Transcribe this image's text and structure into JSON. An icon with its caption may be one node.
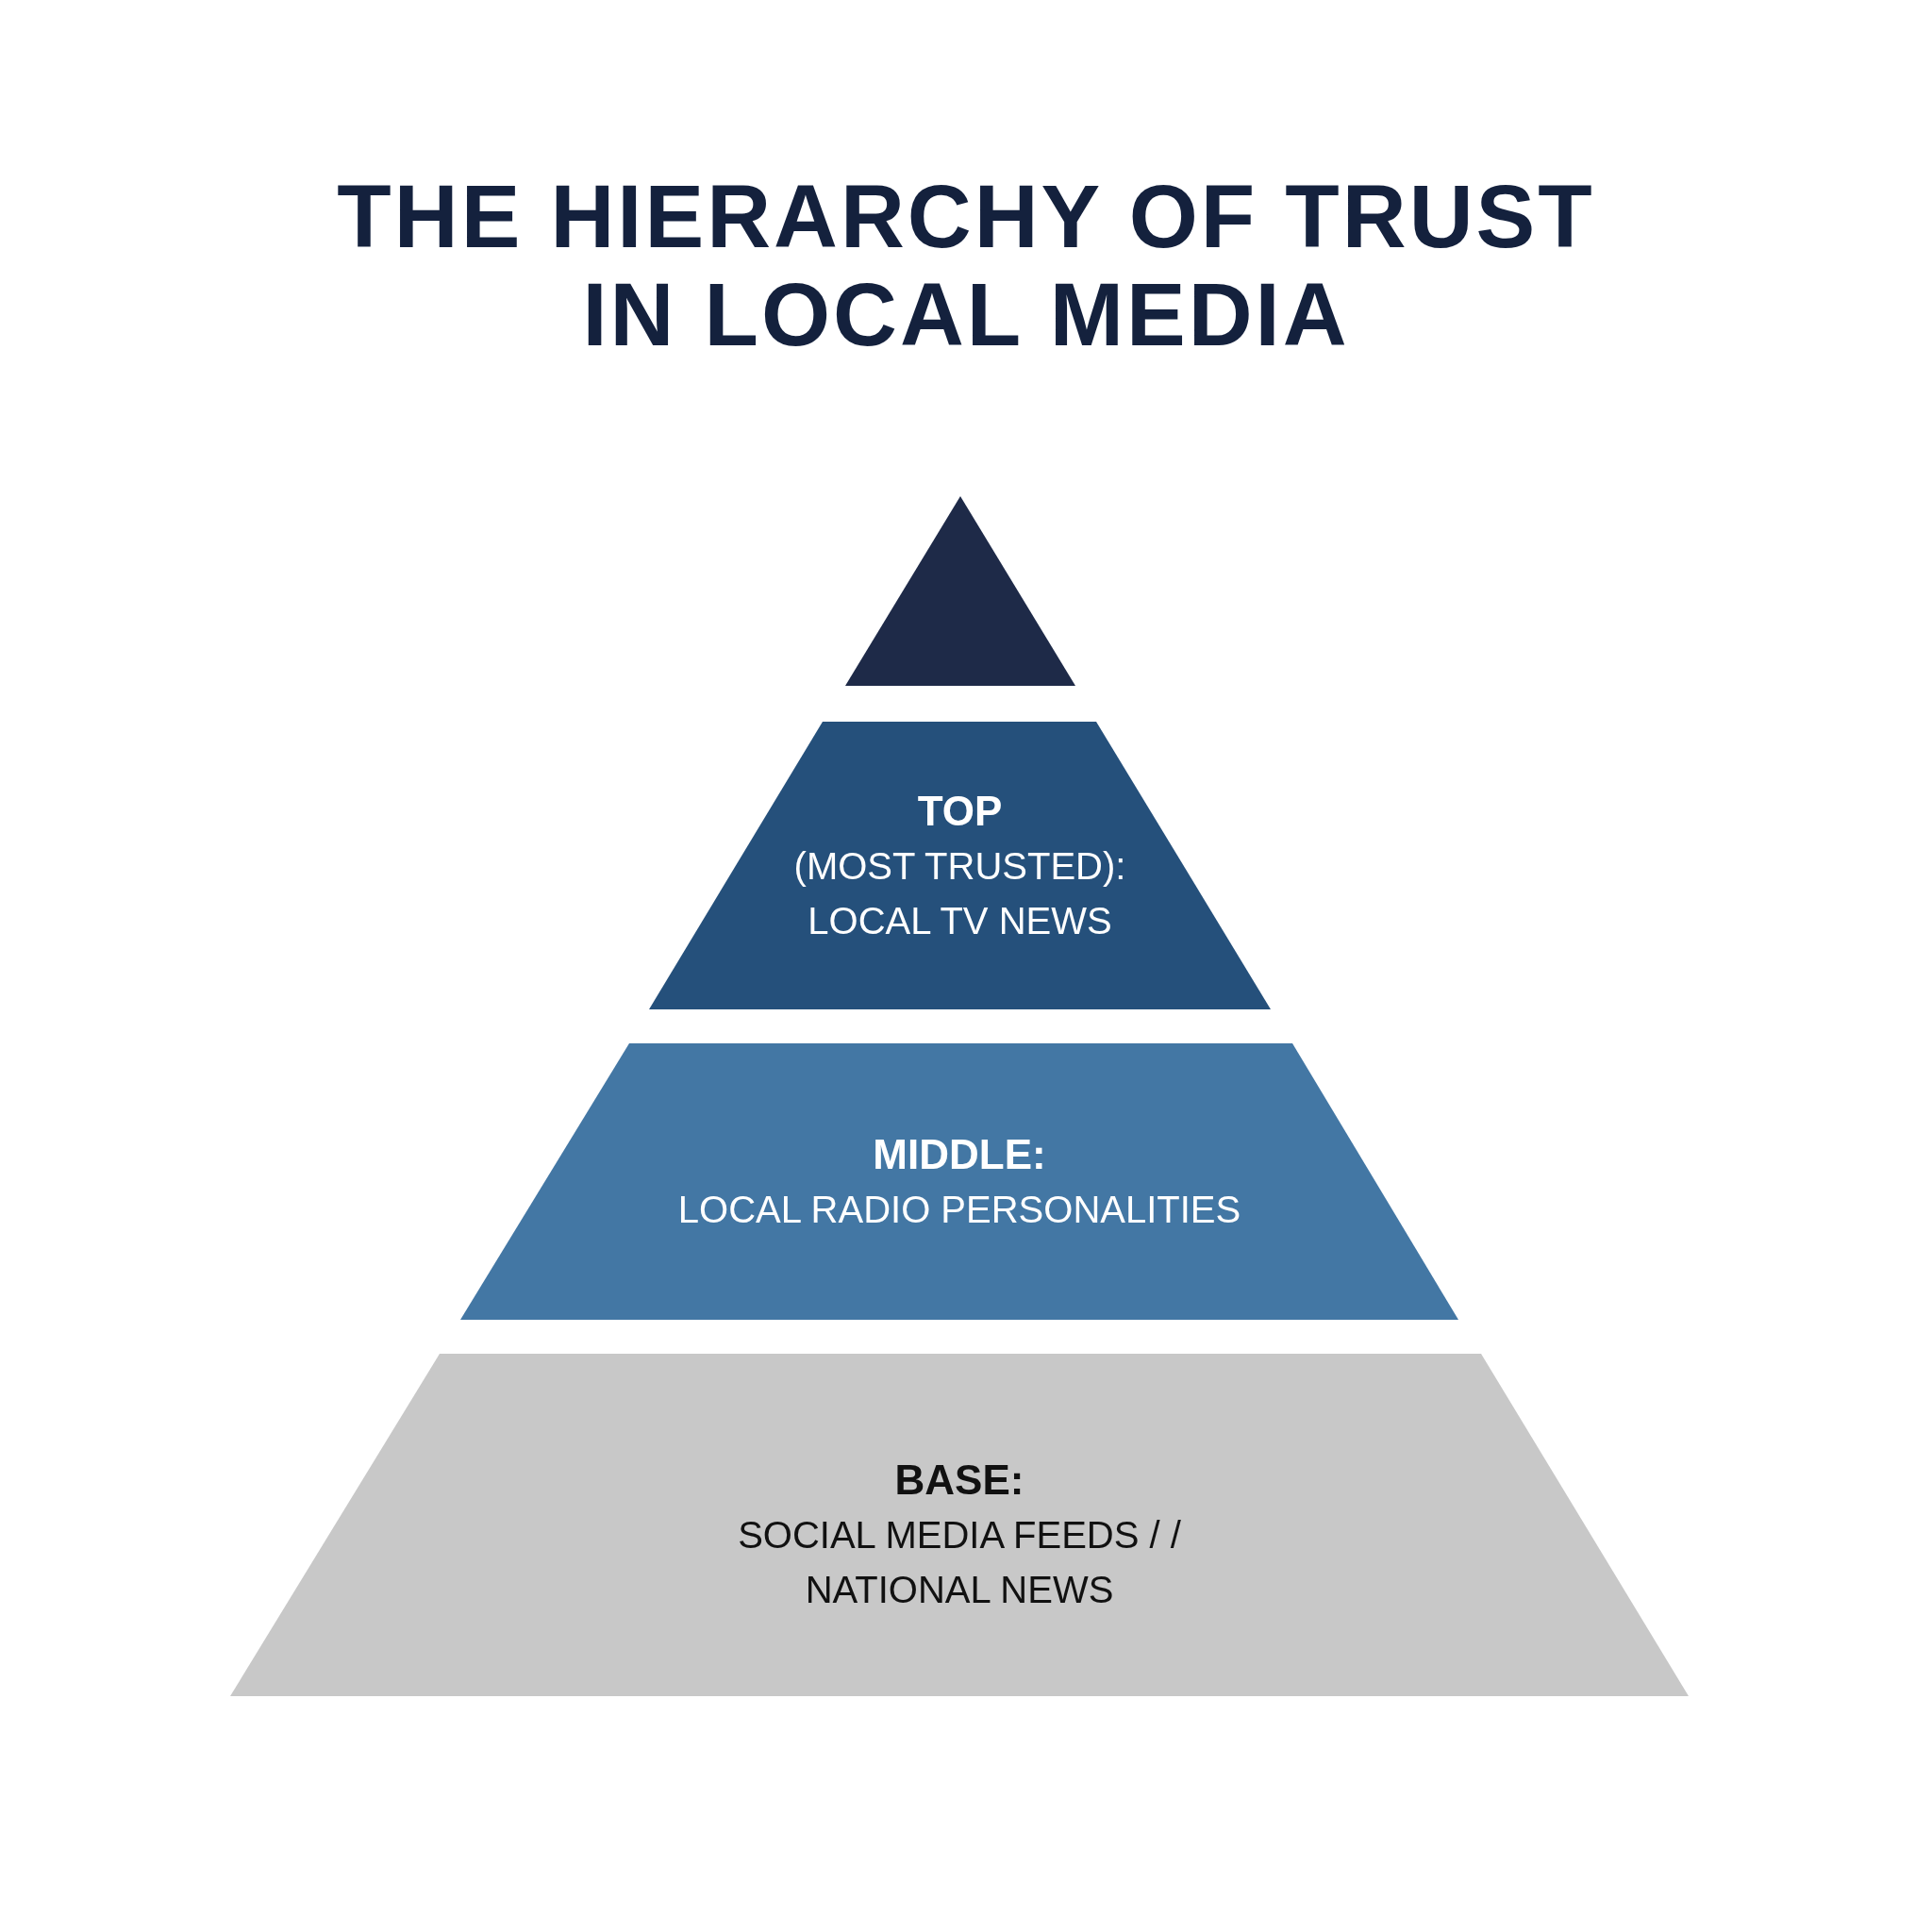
{
  "diagram": {
    "title": "THE HIERARCHY OF TRUST IN LOCAL MEDIA",
    "nodes": [
      {
        "text": [],
        "shape": "triangle"
      },
      {
        "text": [
          "TOP",
          "(MOST TRUSTED): LOCAL TV NEWS"
        ]
      },
      {
        "text": [
          "MIDDLE:",
          "LOCAL RADIO PERSONALITIES"
        ]
      },
      {
        "text": [
          "BASE:",
          "SOCIAL MEDIA FEEDS / / NATIONAL NEWS"
        ]
      }
    ]
  }
}
